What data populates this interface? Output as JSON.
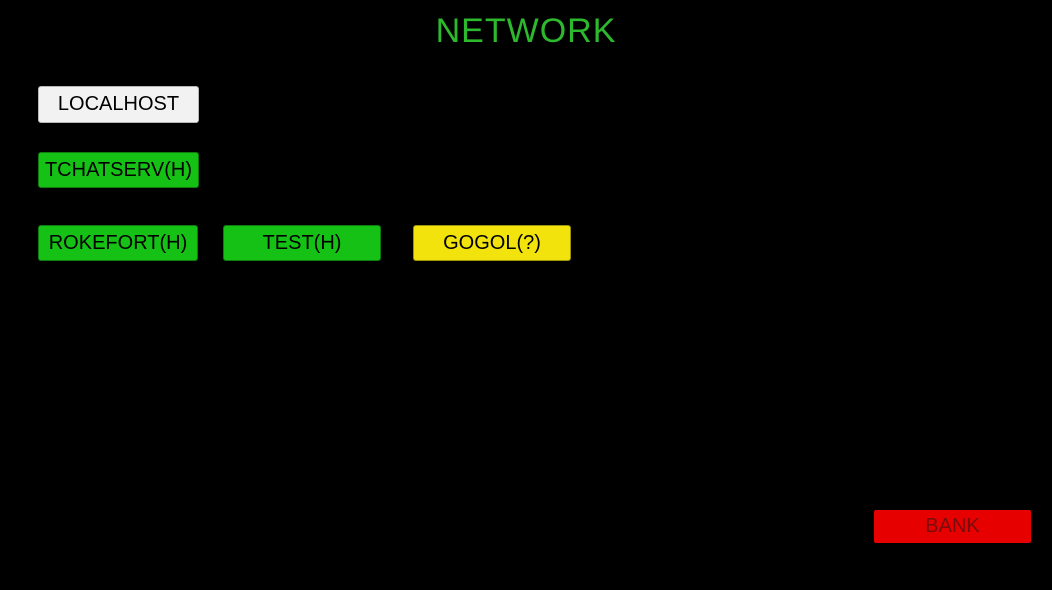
{
  "page": {
    "title": "NETWORK",
    "background_color": "#000000",
    "title_color": "#2db92d"
  },
  "network": {
    "nodes": [
      {
        "id": "localhost",
        "label": "LOCALHOST",
        "status": "self",
        "bg_color": "#f2f2f2",
        "text_color": "#000000"
      },
      {
        "id": "tchatserv",
        "label": "TCHATSERV(H)",
        "status": "hacked",
        "bg_color": "#16c116",
        "text_color": "#000000"
      },
      {
        "id": "rokefort",
        "label": "ROKEFORT(H)",
        "status": "hacked",
        "bg_color": "#16c116",
        "text_color": "#000000"
      },
      {
        "id": "test",
        "label": "TEST(H)",
        "status": "hacked",
        "bg_color": "#16c116",
        "text_color": "#000000"
      },
      {
        "id": "gogol",
        "label": "GOGOL(?)",
        "status": "unknown",
        "bg_color": "#f2e30c",
        "text_color": "#000000"
      }
    ]
  },
  "footer": {
    "bank_label": "BANK",
    "bank_bg_color": "#e60000",
    "bank_text_color": "#7a0c0c"
  }
}
